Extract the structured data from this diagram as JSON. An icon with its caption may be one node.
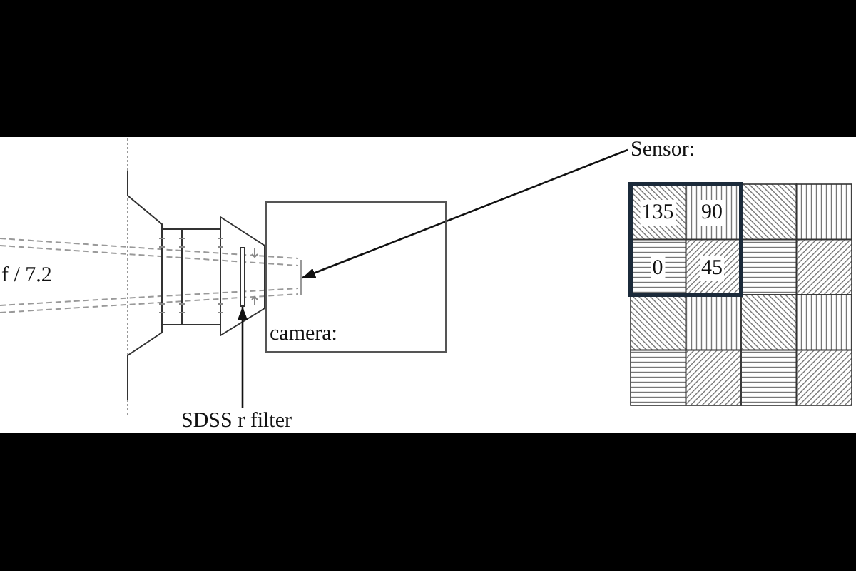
{
  "diagram": {
    "nodes": [
      {
        "text": [],
        "shape": "bar"
      },
      {
        "text": [
          "camera:"
        ]
      },
      {
        "text": [],
        "shape": "bar",
        "in": 1
      },
      {
        "text": [
          "Sensor:"
        ]
      },
      {
        "text": [
          "SDSS r filter"
        ]
      }
    ],
    "edges": [
      {
        "from": 3,
        "to": 2,
        "arrow": "to"
      },
      {
        "from": 4,
        "to": 0,
        "arrow": "to"
      }
    ],
    "labels": [
      "f / 7.2",
      "135",
      "90",
      "0",
      "45"
    ]
  }
}
